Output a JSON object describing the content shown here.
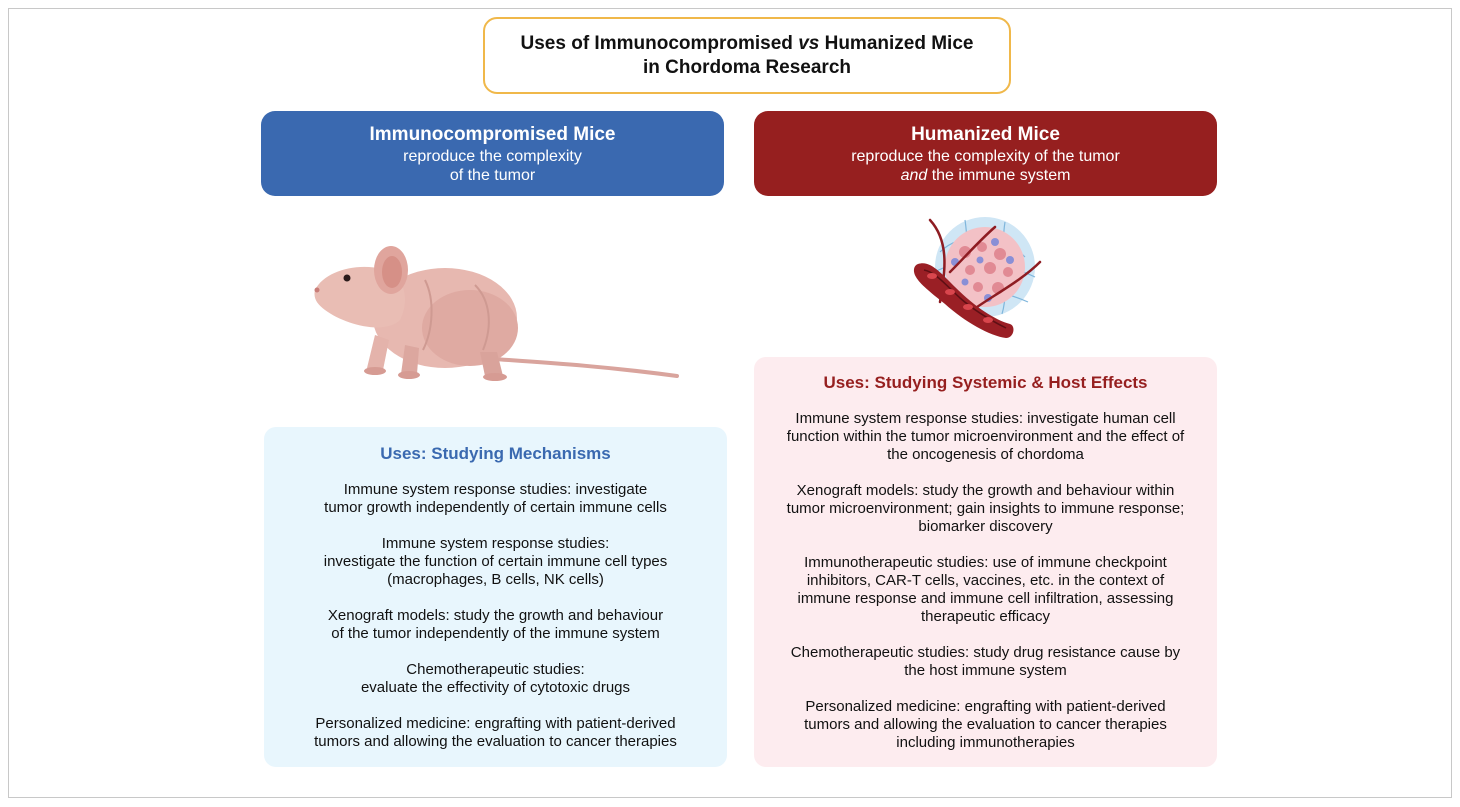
{
  "title": {
    "line1_pre": "Uses of Immunocompromised ",
    "line1_em": "vs",
    "line1_post": " Humanized Mice",
    "line2": "in Chordoma Research"
  },
  "left": {
    "header_title": "Immunocompromised Mice",
    "header_sub1": "reproduce the complexity",
    "header_sub2": "of the tumor",
    "uses_title": "Uses: Studying Mechanisms",
    "items": [
      [
        "Immune system response studies: investigate",
        "tumor growth independently of certain immune cells"
      ],
      [
        "Immune system response studies:",
        "investigate the function of certain immune cell types",
        "(macrophages, B cells, NK cells)"
      ],
      [
        "Xenograft models: study the growth and behaviour",
        "of the tumor independently of the immune system"
      ],
      [
        "Chemotherapeutic studies:",
        "evaluate the effectivity of cytotoxic drugs"
      ],
      [
        "Personalized medicine: engrafting with patient-derived",
        "tumors and allowing the evaluation to cancer therapies"
      ]
    ]
  },
  "right": {
    "header_title": "Humanized Mice",
    "header_sub1": "reproduce the complexity of the tumor",
    "header_sub2_em": "and",
    "header_sub2_post": " the immune system",
    "uses_title": "Uses: Studying Systemic & Host Effects",
    "items": [
      [
        "Immune system response studies: investigate human cell",
        "function within the tumor microenvironment and the effect of",
        "the oncogenesis of chordoma"
      ],
      [
        "Xenograft models: study the growth and behaviour within",
        "tumor microenvironment; gain insights to immune response;",
        "biomarker discovery"
      ],
      [
        "Immunotherapeutic studies: use of immune checkpoint",
        "inhibitors, CAR-T cells, vaccines, etc. in the context of",
        "immune response and immune cell infiltration, assessing",
        "therapeutic efficacy"
      ],
      [
        "Chemotherapeutic studies: study drug resistance cause by",
        "the host immune system"
      ],
      [
        "Personalized medicine: engrafting with patient-derived",
        "tumors and allowing the evaluation to cancer therapies",
        "including immunotherapies"
      ]
    ]
  },
  "colors": {
    "blue": "#3a69b0",
    "red": "#961f1f",
    "title_border": "#f0b84a",
    "blue_panel": "#e8f6fd",
    "red_panel": "#fdecef"
  },
  "illustrations": {
    "left": "nude-mouse-icon",
    "right": "tumor-blood-vessel-icon"
  }
}
